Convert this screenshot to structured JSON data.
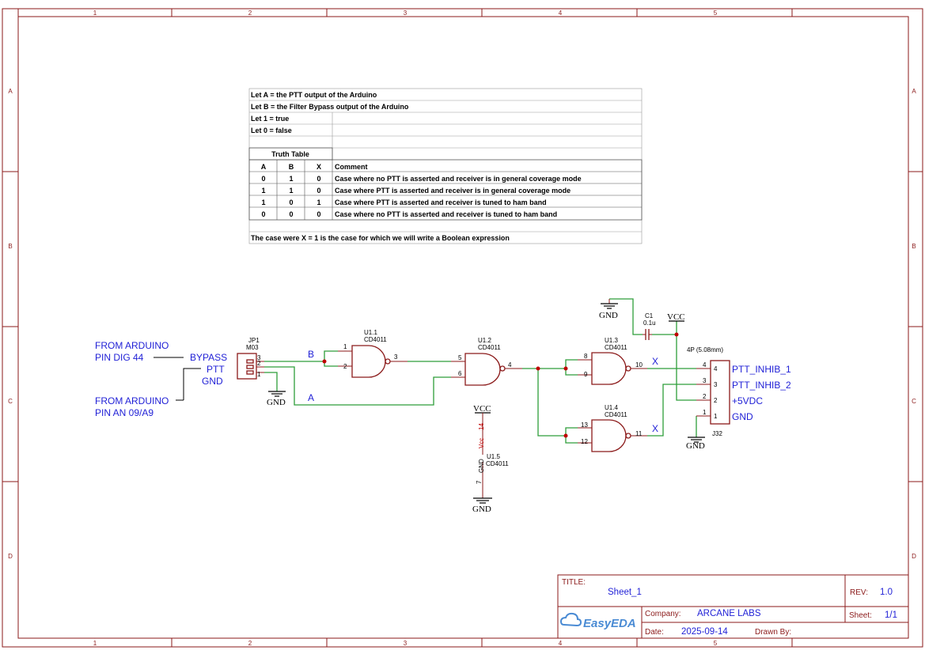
{
  "grid": {
    "columns": [
      "1",
      "2",
      "3",
      "4",
      "5"
    ],
    "rows": [
      "A",
      "B",
      "C",
      "D"
    ]
  },
  "notes": {
    "lines": [
      "Let A = the PTT output of the Arduino",
      "Let B = the Filter Bypass output of the Arduino",
      "Let 1 = true",
      "Let 0 = false"
    ],
    "truth_table_title": "Truth Table",
    "headers": [
      "A",
      "B",
      "X",
      "Comment"
    ],
    "rows": [
      [
        "0",
        "1",
        "0",
        "Case where no PTT is asserted and receiver is in general coverage mode"
      ],
      [
        "1",
        "1",
        "0",
        "Case where PTT is asserted and receiver is in general coverage mode"
      ],
      [
        "1",
        "0",
        "1",
        "Case where PTT is asserted and receiver is tuned to ham band"
      ],
      [
        "0",
        "0",
        "0",
        "Case where no PTT is asserted and receiver is tuned to ham band"
      ]
    ],
    "footer": "The case were X = 1 is the case for which we will write a Boolean expression"
  },
  "labels": {
    "from_arduino_1": "FROM ARDUINO",
    "pin_dig44": "PIN DIG 44",
    "from_arduino_2": "FROM ARDUINO",
    "pin_an09": "PIN AN 09/A9",
    "bypass": "BYPASS",
    "ptt": "PTT",
    "gnd_label": "GND",
    "net_b": "B",
    "net_a": "A",
    "net_x1": "X",
    "net_x2": "X",
    "ptt_inhib_1": "PTT_INHIB_1",
    "ptt_inhib_2": "PTT_INHIB_2",
    "plus5vdc": "+5VDC",
    "gnd_out": "GND"
  },
  "parts": {
    "jp1_ref": "JP1",
    "jp1_val": "M03",
    "u11_ref": "U1.1",
    "u12_ref": "U1.2",
    "u13_ref": "U1.3",
    "u14_ref": "U1.4",
    "u15_ref": "U1.5",
    "chip": "CD4011",
    "c1_ref": "C1",
    "c1_val": "0.1u",
    "j32_ref": "J32",
    "j32_val": "4P (5.08mm)",
    "vcc": "VCC",
    "gnd": "GND",
    "vcc_pin_label": "Vcc",
    "gnd_pin_label": "GND"
  },
  "pins": {
    "jp1": [
      "3",
      "2",
      "1"
    ],
    "u11": [
      "1",
      "2",
      "3"
    ],
    "u12": [
      "5",
      "6",
      "4"
    ],
    "u13": [
      "8",
      "9",
      "10"
    ],
    "u14": [
      "13",
      "12",
      "11"
    ],
    "u15": [
      "14",
      "7"
    ],
    "j32": [
      "4",
      "3",
      "2",
      "1"
    ]
  },
  "title_block": {
    "title_label": "TITLE:",
    "title": "Sheet_1",
    "rev_label": "REV:",
    "rev": "1.0",
    "company_label": "Company:",
    "company": "ARCANE LABS",
    "sheet_label": "Sheet:",
    "sheet": "1/1",
    "date_label": "Date:",
    "date": "2025-09-14",
    "drawn_label": "Drawn By:",
    "drawn": "",
    "logo_text": "EasyEDA"
  }
}
